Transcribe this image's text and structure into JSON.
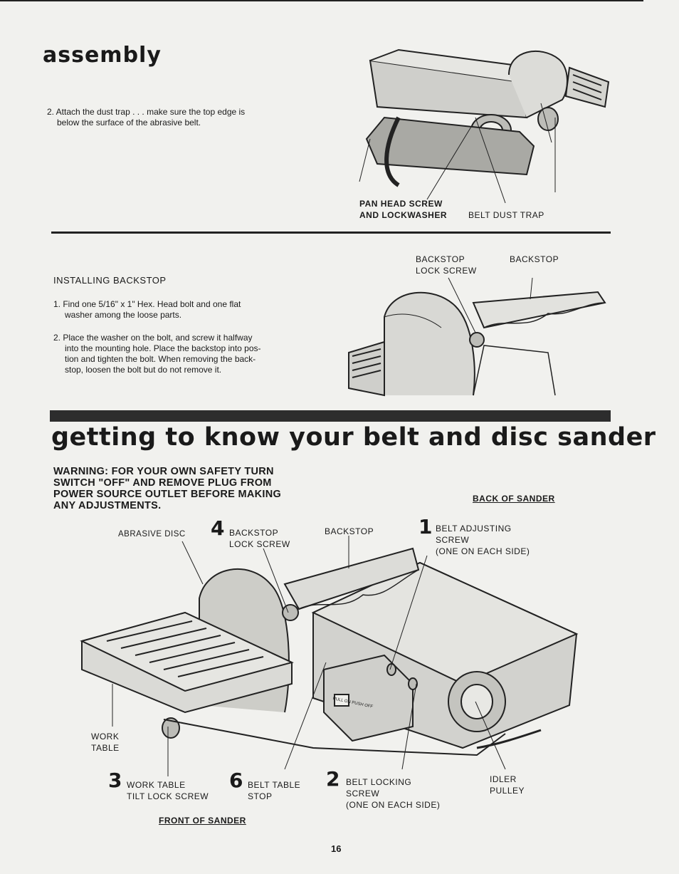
{
  "assembly": {
    "heading": "assembly",
    "step2": {
      "line1": "2. Attach the dust trap . . . make sure the top edge is",
      "line2": "below the surface of the abrasive belt."
    },
    "figure1_labels": {
      "pan_head_screw_line1": "PAN HEAD SCREW",
      "pan_head_screw_line2": "AND LOCKWASHER",
      "belt_dust_trap": "BELT DUST TRAP"
    }
  },
  "installing_backstop": {
    "heading": "INSTALLING BACKSTOP",
    "step1": {
      "line1": "1.  Find one 5/16\" x 1\" Hex. Head bolt and one flat",
      "line2": "washer among the loose parts."
    },
    "step2": {
      "line1": "2.  Place the washer on the bolt, and screw it halfway",
      "line2": "into the mounting hole. Place the backstop into pos-",
      "line3": "tion and tighten the bolt. When removing the back-",
      "line4": "stop, loosen the bolt but do not remove it."
    },
    "figure2_labels": {
      "backstop_lock_screw_line1": "BACKSTOP",
      "backstop_lock_screw_line2": "LOCK SCREW",
      "backstop": "BACKSTOP"
    }
  },
  "getting_to_know": {
    "heading": "getting to know your belt and disc sander",
    "warning": {
      "line1": "WARNING: FOR YOUR OWN SAFETY TURN",
      "line2": "SWITCH \"OFF\" AND REMOVE PLUG FROM",
      "line3": "POWER SOURCE OUTLET BEFORE MAKING",
      "line4": "ANY ADJUSTMENTS."
    },
    "back_of_sander": "BACK OF SANDER",
    "front_of_sander": "FRONT OF SANDER",
    "labels": {
      "abrasive_disc": "ABRASIVE DISC",
      "num4": "4",
      "backstop_lock_screw_line1": "BACKSTOP",
      "backstop_lock_screw_line2": "LOCK SCREW",
      "backstop": "BACKSTOP",
      "num1": "1",
      "belt_adjusting_line1": "BELT ADJUSTING",
      "belt_adjusting_line2": "SCREW",
      "belt_adjusting_line3": "(ONE ON EACH SIDE)",
      "work_table_line1": "WORK",
      "work_table_line2": "TABLE",
      "num3": "3",
      "tilt_lock_line1": "WORK TABLE",
      "tilt_lock_line2": "TILT LOCK SCREW",
      "num6": "6",
      "belt_table_stop_line1": "BELT TABLE",
      "belt_table_stop_line2": "STOP",
      "num2": "2",
      "belt_locking_line1": "BELT LOCKING",
      "belt_locking_line2": "SCREW",
      "belt_locking_line3": "(ONE ON EACH SIDE)",
      "idler_pulley_line1": "IDLER",
      "idler_pulley_line2": "PULLEY",
      "switch_text": "PULL ON PUSH OFF"
    }
  },
  "page_number": "16"
}
